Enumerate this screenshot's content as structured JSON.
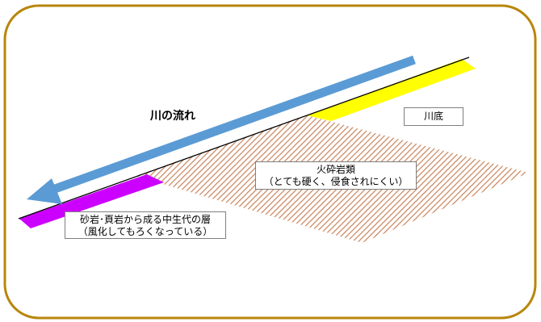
{
  "labels": {
    "river_flow": "川の流れ",
    "riverbed": "川底",
    "igneous_line1": "火砕岩類",
    "igneous_line2": "（とても硬く、侵食されにくい）",
    "sediment_line1": "砂岩･頁岩から成る中生代の層",
    "sediment_line2": "（風化してもろくなっている）"
  },
  "colors": {
    "frame_border": "#B8860B",
    "river_arrow": "#5B9BD5",
    "riverbed_layer": "#FFFF00",
    "igneous_hatch": "#C9835A",
    "sediment_layer": "#CC00FF",
    "ground_line": "#000000"
  }
}
